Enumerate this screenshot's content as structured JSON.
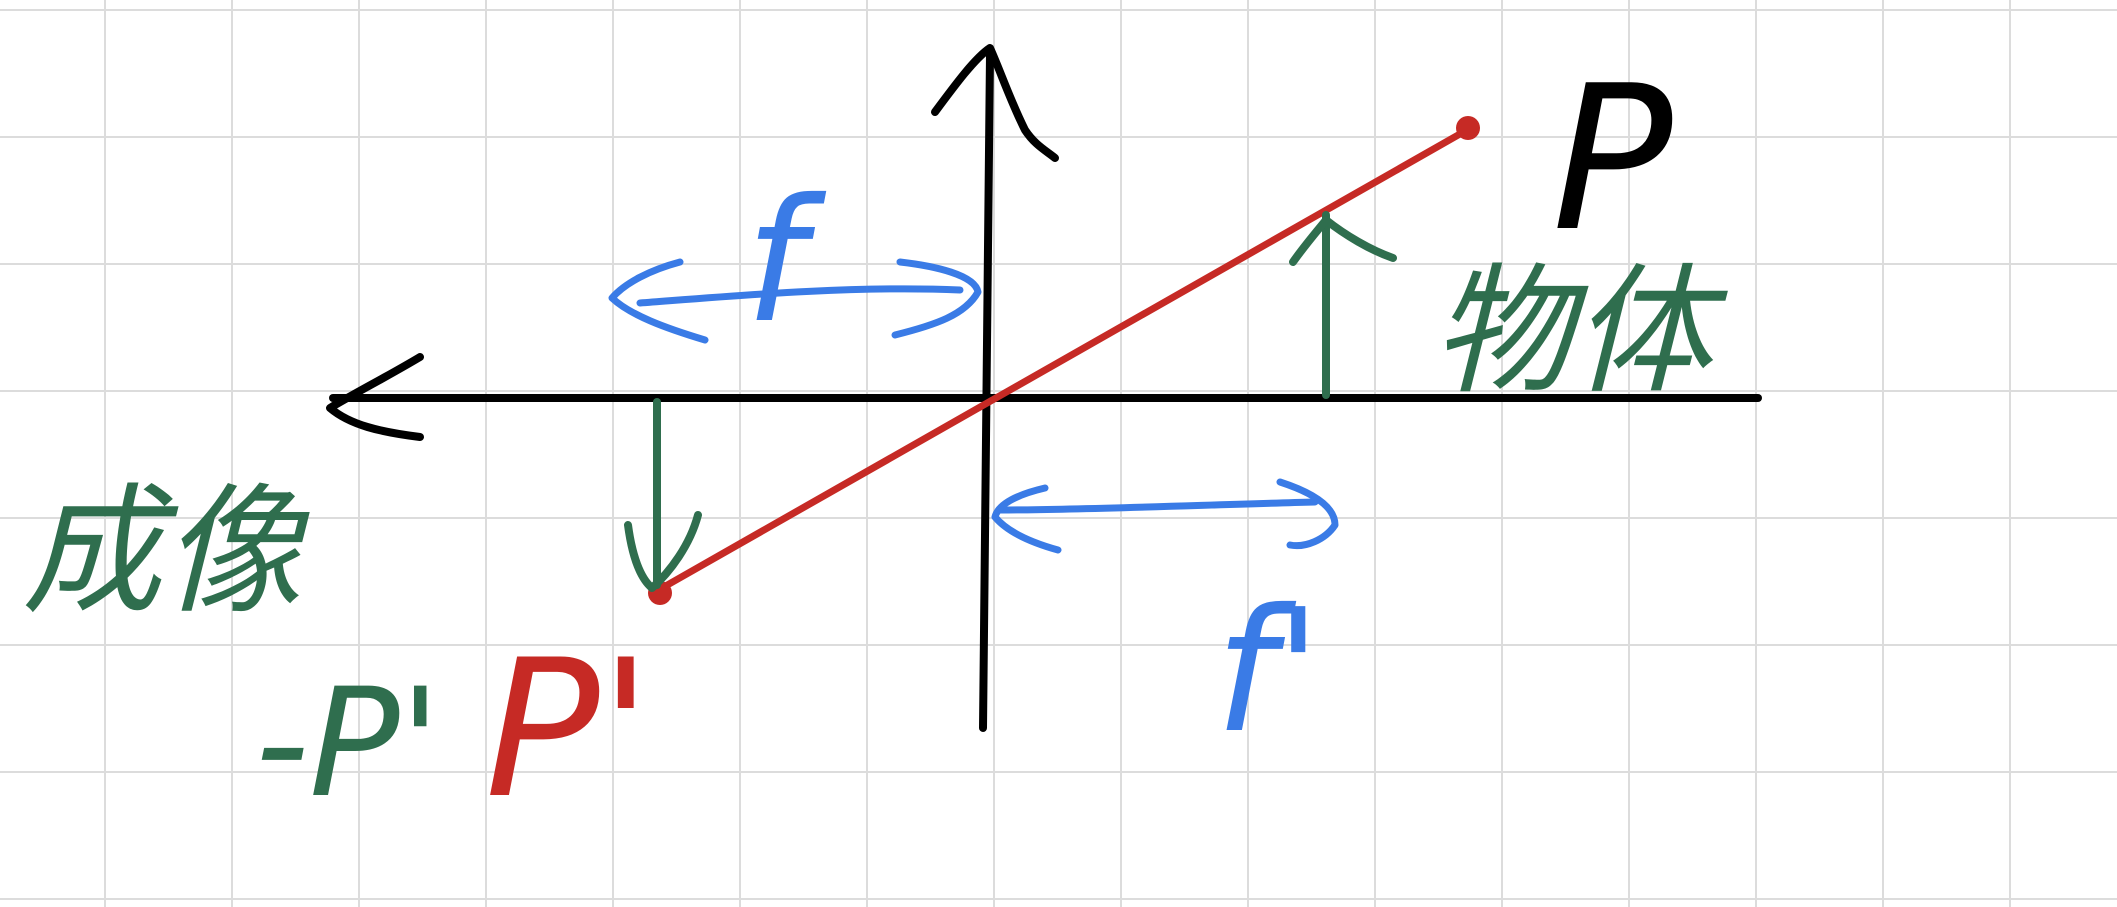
{
  "canvas": {
    "background": "#ffffff",
    "grid_color": "#dcdcdc"
  },
  "colors": {
    "axis": "#000000",
    "ray": "#c62a25",
    "distance": "#3a7be6",
    "annotation": "#2f6e4e"
  },
  "labels": {
    "object_point": "P",
    "image_point": "P'",
    "front_focal": "f",
    "back_focal": "f'",
    "object_note": "物体",
    "image_note": "成像",
    "image_mark": "-P'"
  }
}
